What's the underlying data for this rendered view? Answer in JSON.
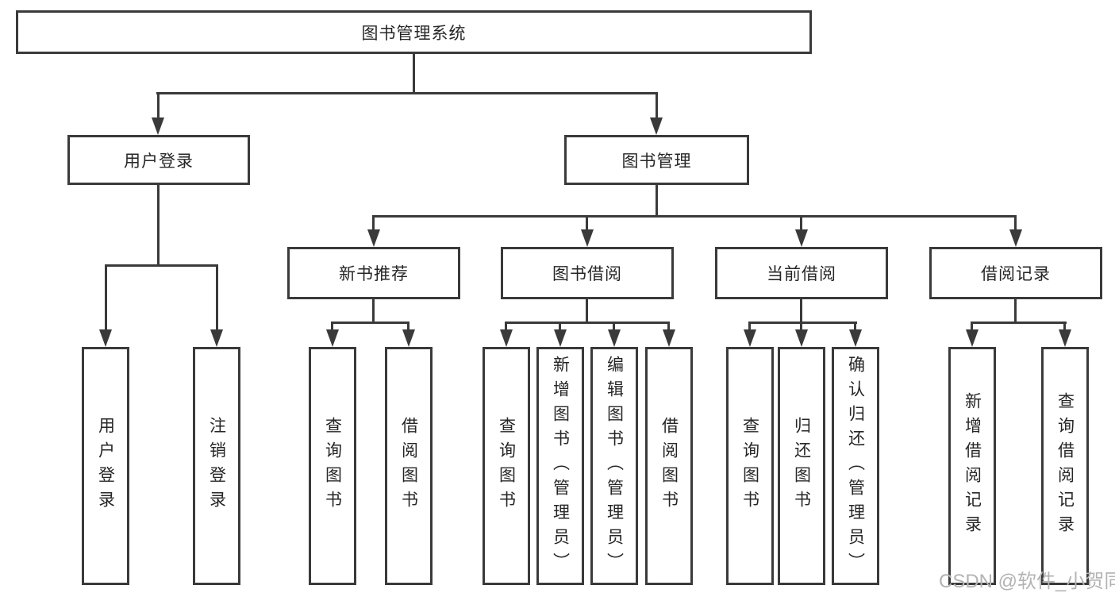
{
  "diagram": {
    "root": {
      "label": "图书管理系统"
    },
    "level2": {
      "user_login": {
        "label": "用户登录"
      },
      "book_management": {
        "label": "图书管理"
      }
    },
    "level3": {
      "new_book_recommend": {
        "label": "新书推荐"
      },
      "book_borrow": {
        "label": "图书借阅"
      },
      "current_borrow": {
        "label": "当前借阅"
      },
      "borrow_records": {
        "label": "借阅记录"
      }
    },
    "level4": {
      "user_login": {
        "label": "用户登录"
      },
      "logout_login": {
        "label": "注销登录"
      },
      "rec_query_book": {
        "label": "查询图书"
      },
      "rec_borrow_book": {
        "label": "借阅图书"
      },
      "borrow_query_book": {
        "label": "查询图书"
      },
      "borrow_add_book_admin": {
        "label": "新增图书（管理员）"
      },
      "borrow_edit_book_admin": {
        "label": "编辑图书（管理员）"
      },
      "borrow_borrow_book": {
        "label": "借阅图书"
      },
      "current_query_book": {
        "label": "查询图书"
      },
      "current_return_book": {
        "label": "归还图书"
      },
      "current_confirm_return_admin": {
        "label": "确认归还（管理员）"
      },
      "records_add_record": {
        "label": "新增借阅记录"
      },
      "records_query_record": {
        "label": "查询借阅记录"
      }
    },
    "watermark": "CSDN @软件_小贺同学",
    "colors": {
      "line": "#3a3a3a",
      "text": "#262626",
      "watermark": "#b3b3b3",
      "background": "#ffffff"
    }
  }
}
